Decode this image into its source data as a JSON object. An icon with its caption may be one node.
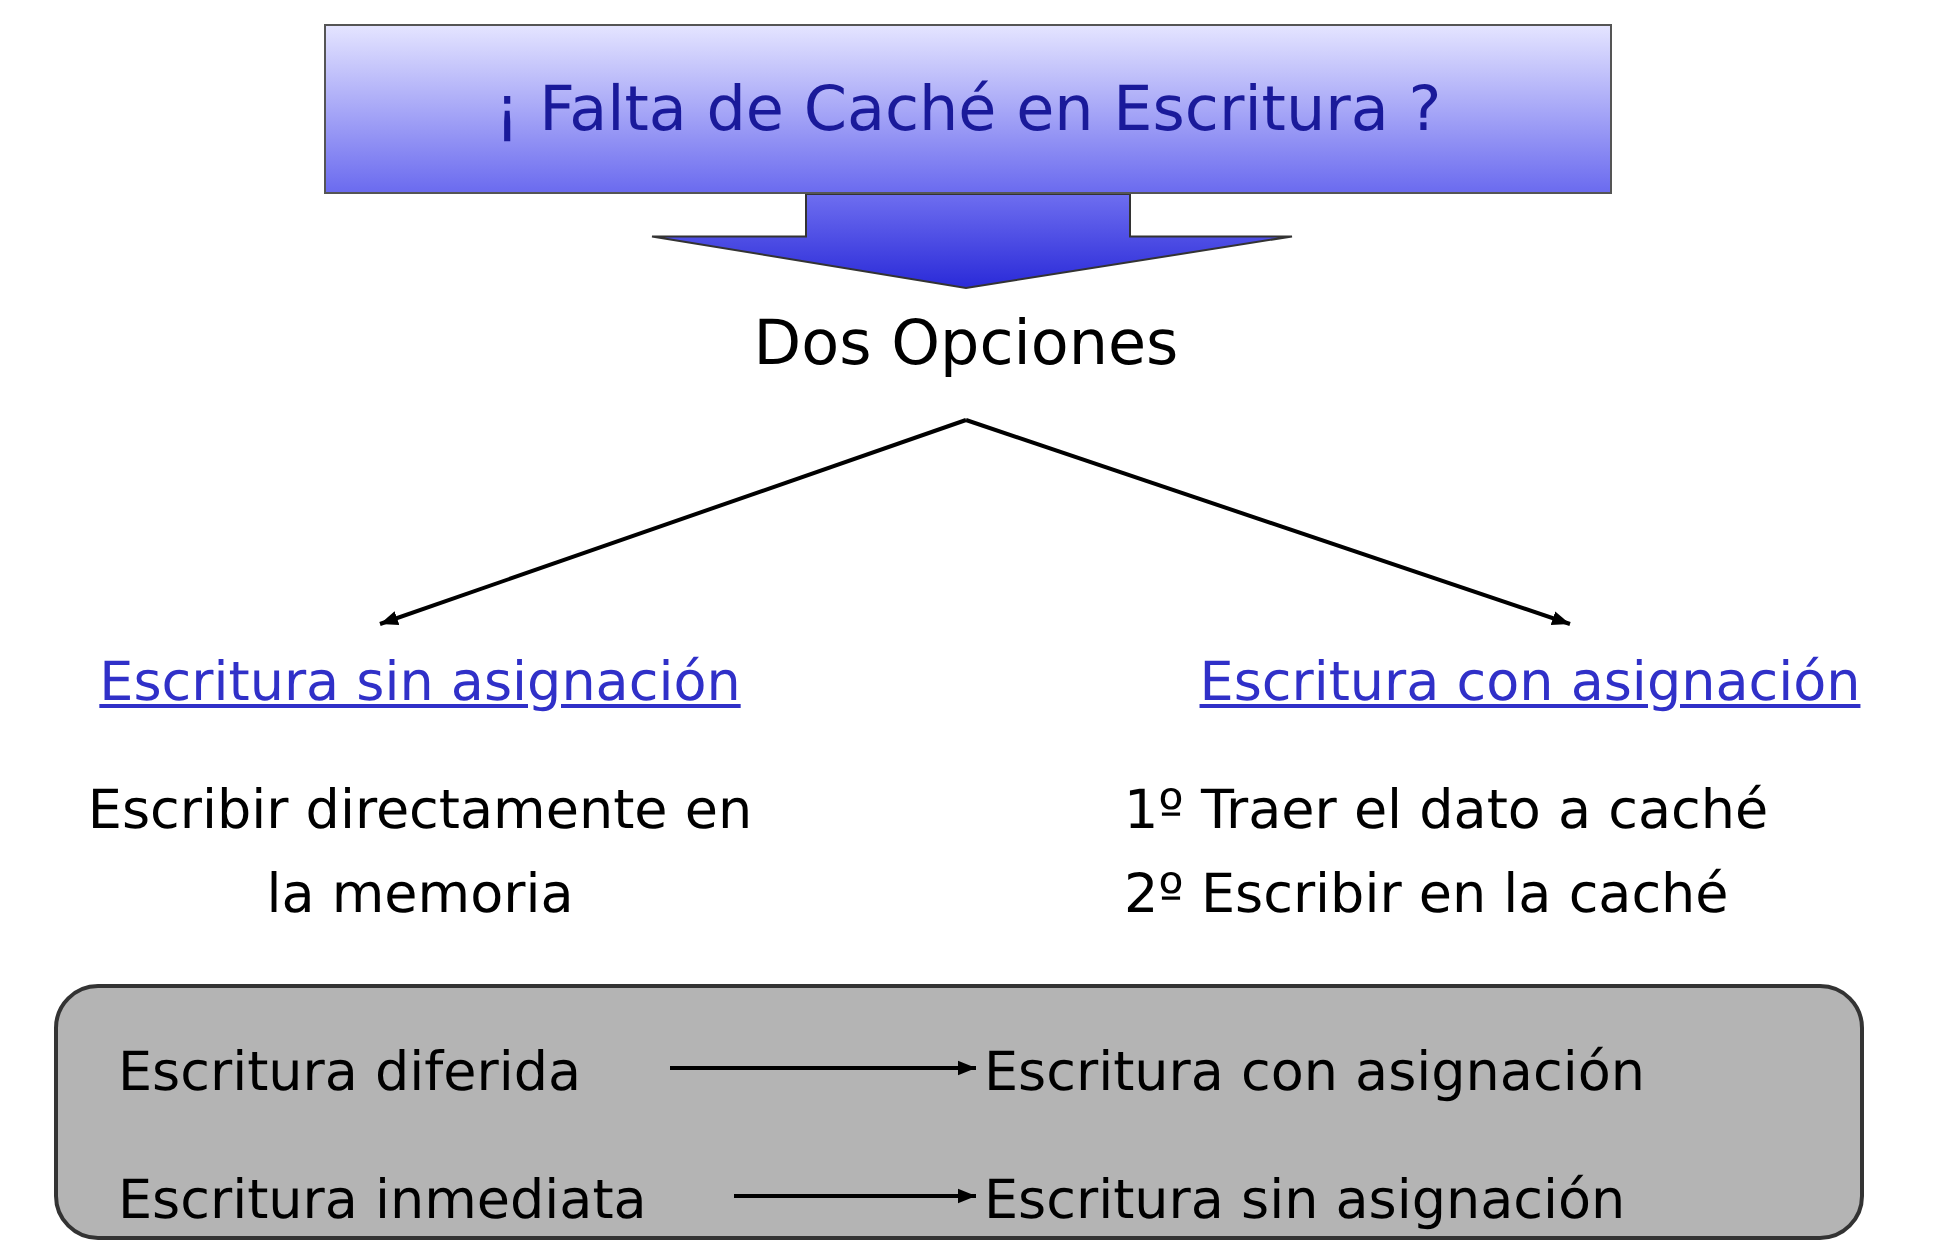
{
  "diagram": {
    "nodes": [
      {
        "text": [
          "¡ Falta de Caché en Escritura ?"
        ]
      },
      {
        "text": [
          "Dos Opciones"
        ]
      },
      {
        "text": [
          "Escritura sin asignación"
        ]
      },
      {
        "text": [
          "Escritura con asignación"
        ]
      },
      {
        "text": [],
        "shape": "box"
      },
      {
        "text": [
          "Escritura diferida"
        ],
        "in": 4
      },
      {
        "text": [
          "Escritura con asignación"
        ],
        "in": 4
      },
      {
        "text": [
          "Escritura inmediata"
        ],
        "in": 4
      },
      {
        "text": [
          "Escritura sin asignación"
        ],
        "in": 4
      }
    ],
    "edges": [
      {
        "from": 0,
        "to": 1,
        "arrow": "to",
        "style": "thick"
      },
      {
        "from": 1,
        "to": 2,
        "arrow": "to"
      },
      {
        "from": 1,
        "to": 3,
        "arrow": "to"
      },
      {
        "from": 5,
        "to": 6,
        "arrow": "to"
      },
      {
        "from": 7,
        "to": 8,
        "arrow": "to"
      }
    ],
    "labels": [
      "Escribir directamente en la memoria",
      "1º Traer el dato a caché",
      "2º Escribir en la caché"
    ]
  }
}
